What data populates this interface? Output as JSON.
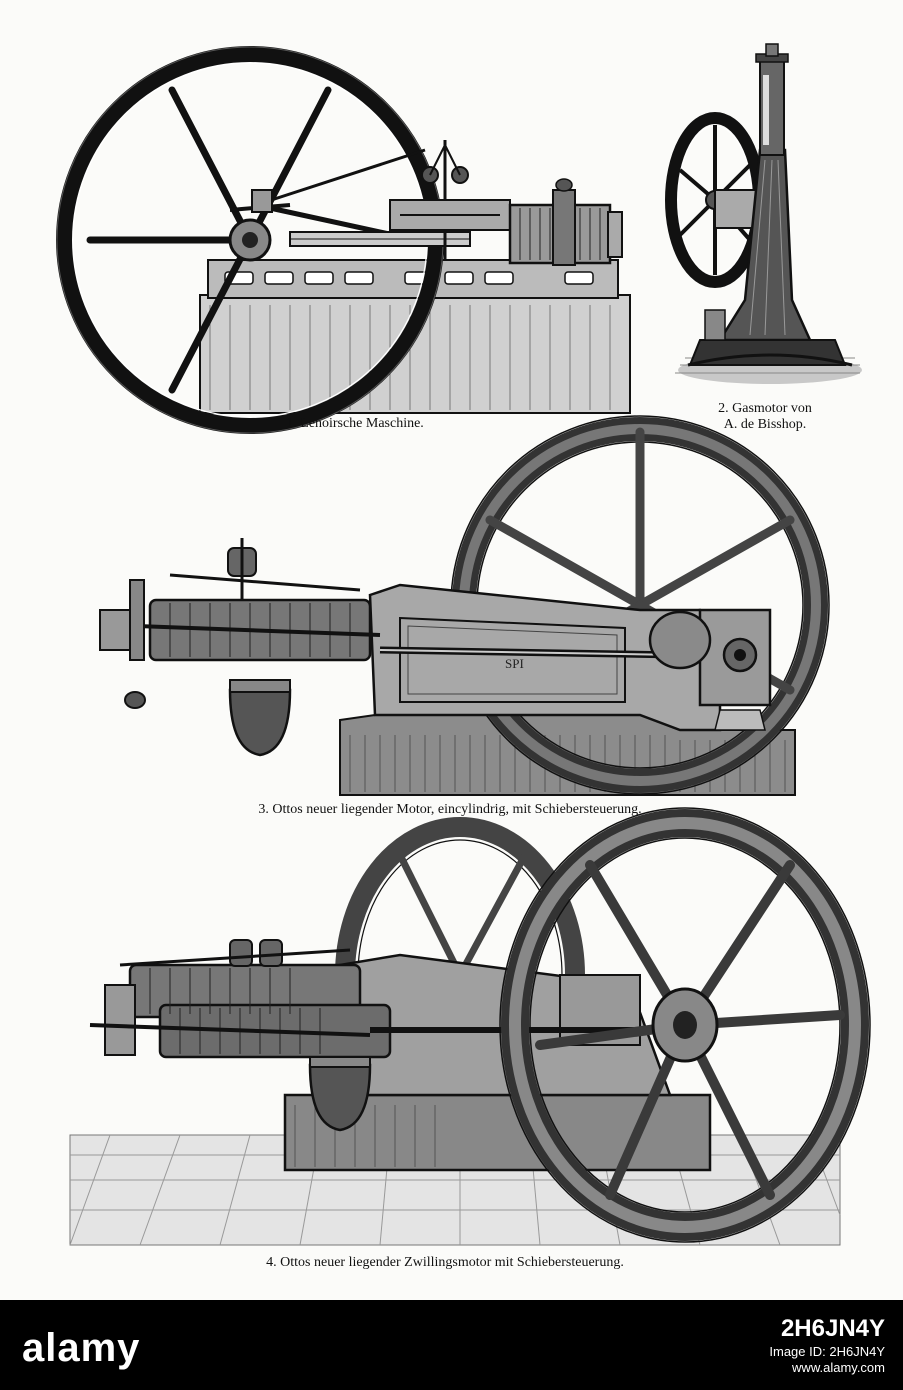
{
  "figures": [
    {
      "caption": "1. Lenoirsche Maschine."
    },
    {
      "caption_line1": "2. Gasmotor von",
      "caption_line2": "A. de Bisshop."
    },
    {
      "caption": "3. Ottos neuer liegender Motor, eincylindrig, mit Schiebersteuerung."
    },
    {
      "caption": "4. Ottos neuer liegender Zwillingsmotor mit Schiebersteuerung."
    }
  ],
  "engraving": {
    "plate_mark": "SPI"
  },
  "footer": {
    "logo": "alamy",
    "image_id_label": "Image ID: 2H6JN4Y",
    "image_id": "2H6JN4Y",
    "url": "www.alamy.com"
  }
}
